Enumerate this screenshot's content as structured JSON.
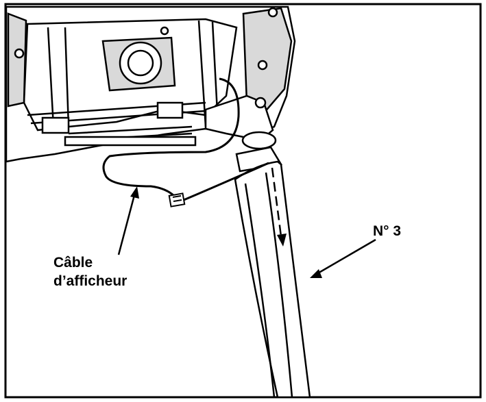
{
  "labels": {
    "cable_line1": "Câble",
    "cable_line2": "d’afficheur",
    "part_number": "N° 3"
  },
  "colors": {
    "ink": "#000000",
    "paper": "#ffffff",
    "shade": "#d9d9d9"
  }
}
